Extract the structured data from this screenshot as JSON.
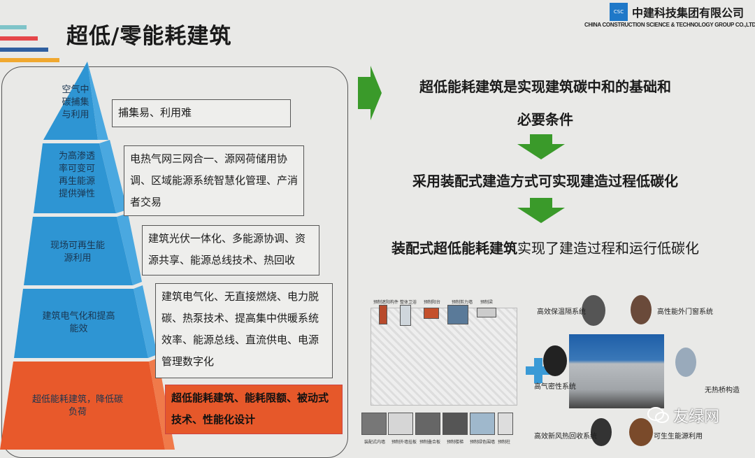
{
  "title": "超低/零能耗建筑",
  "logo": {
    "name_cn": "中建科技集团有限公司",
    "name_en": "CHINA CONSTRUCTION SCIENCE & TECHNOLOGY GROUP CO.,LTD.",
    "mark": "CSC"
  },
  "accent_bars": [
    "#7fc4c9",
    "#e5464a",
    "#2f5fa0",
    "#f0a830"
  ],
  "pyramid": {
    "colors": {
      "blue": "#2e95d3",
      "orange": "#e8592b"
    },
    "layers": [
      {
        "label": "空气中碳捕集与利用",
        "description": "捕集易、利用难"
      },
      {
        "label": "为高渗透率可变可再生能源提供弹性",
        "description": "电热气网三网合一、源网荷储用协调、区域能源系统智慧化管理、产消者交易"
      },
      {
        "label": "现场可再生能源利用",
        "description": "建筑光伏一体化、多能源协调、资源共享、能源总线技术、热回收"
      },
      {
        "label": "建筑电气化和提高能效",
        "description": "建筑电气化、无直接燃烧、电力脱碳、热泵技术、提高集中供暖系统效率、能源总线、直流供电、电源管理数字化"
      },
      {
        "label": "超低能耗建筑，降低碳负荷",
        "description": "超低能耗建筑、能耗限额、被动式技术、性能化设计"
      }
    ]
  },
  "right": {
    "line1": "超低能耗建筑是实现建筑碳中和的基础和",
    "line2": "必要条件",
    "line3_bold": "采用装配式建造方式",
    "line3_rest": "可实现建造过程低碳化",
    "line4_bold": "装配式超低能耗建筑",
    "line4_rest": "实现了建造过程和运行低碳化",
    "arrow_color": "#3a9a2a"
  },
  "prefab_labels_top": [
    "预制遮阳构件",
    "整体卫浴",
    "预制阳台",
    "预制剪力墙",
    "预制梁"
  ],
  "prefab_labels_bottom": [
    "装配式内墙",
    "预制外墙挂板",
    "预制叠合板",
    "预制楼梯",
    "预制绿色围墙",
    "预制柱"
  ],
  "system_labels": [
    "高效保温隔系统",
    "高性能外门窗系统",
    "高气密性系统",
    "无热桥构造",
    "高效新风热回收系统",
    "可生生能源利用"
  ],
  "watermark": "友绿网"
}
